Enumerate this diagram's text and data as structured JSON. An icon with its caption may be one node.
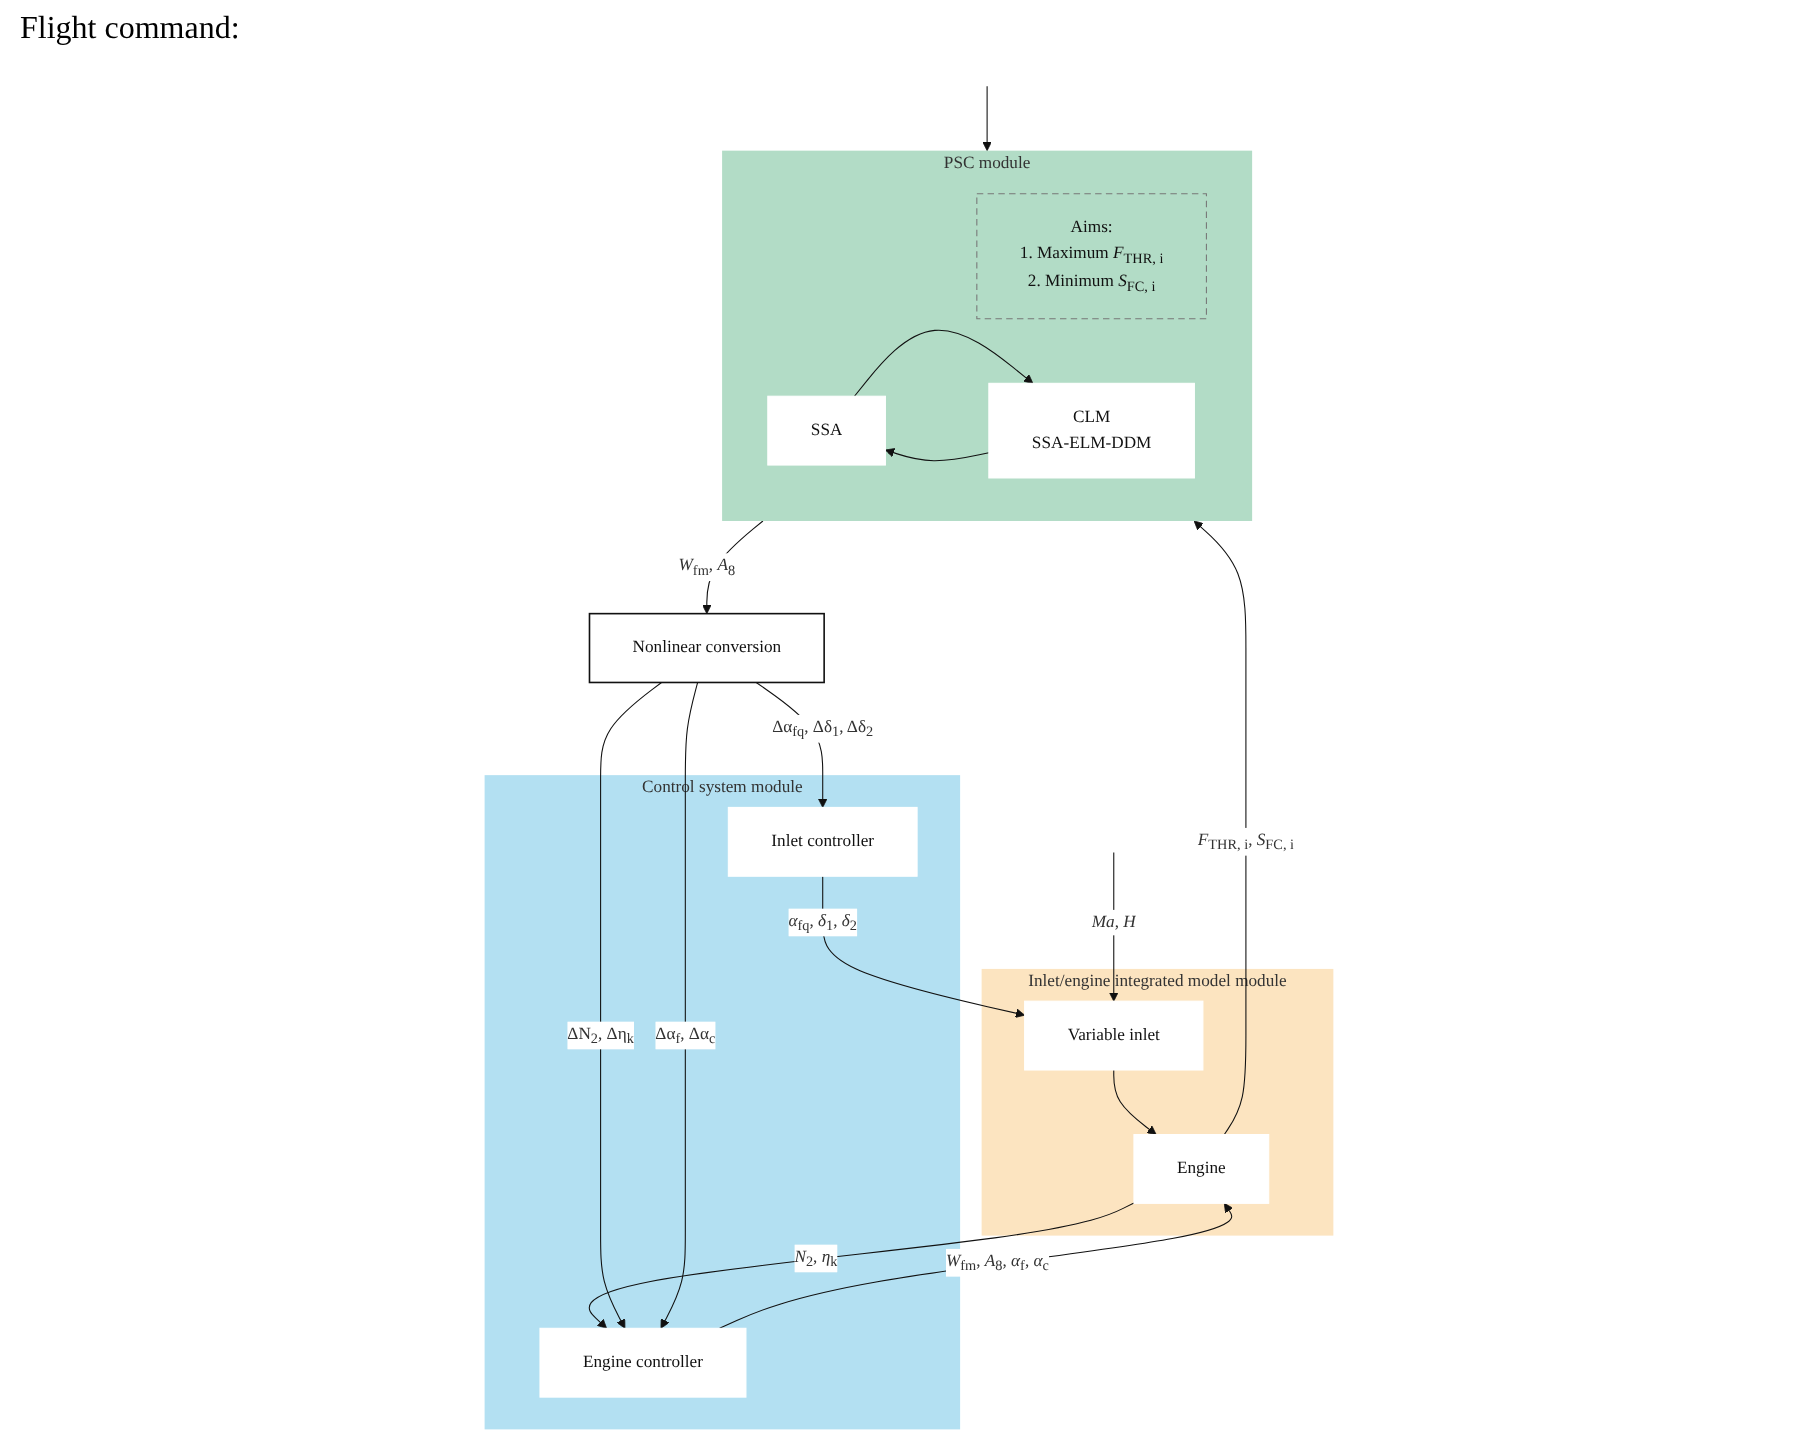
{
  "diagram": {
    "nodes": [
      {
        "text": [
          "Inlet/engine integrated model module"
        ]
      },
      {
        "text": [
          "Variable inlet"
        ],
        "in": 0
      },
      {
        "text": [
          "Engine"
        ],
        "in": 0
      },
      {
        "text": [
          "Control system module"
        ]
      },
      {
        "text": [
          "Inlet controller"
        ],
        "in": 3
      },
      {
        "text": [
          "Engine controller"
        ],
        "in": 3
      },
      {
        "text": [
          "PSC module"
        ]
      },
      {
        "text": [
          "Aims:",
          "1. Maximum *F*$_{THR, i}$",
          "2. Minimum *S*$_{FC, i}$"
        ],
        "in": 6
      },
      {
        "text": [
          "CLM",
          "SSA-ELM-DDM"
        ],
        "in": 6
      },
      {
        "text": [
          "SSA"
        ],
        "in": 6
      },
      {
        "text": [
          "Nonlinear conversion"
        ]
      }
    ],
    "edges": [
      {
        "from": null,
        "to": 1,
        "arrow": "to",
        "label": "*Ma*, *H*"
      },
      {
        "from": null,
        "to": 6,
        "arrow": "to"
      },
      {
        "from": 1,
        "to": 2,
        "arrow": "to"
      },
      {
        "from": 2,
        "to": 5,
        "arrow": "to",
        "label": "*N*$_{2}$, *η*$_{k}$"
      },
      {
        "from": 2,
        "to": 6,
        "arrow": "to",
        "label": "*F*$_{THR, i}$, *S*$_{FC, i}$"
      },
      {
        "from": 4,
        "to": 1,
        "arrow": "to",
        "label": "*α*$_{fq}$, *δ*$_{1}$, *δ*$_{2}$"
      },
      {
        "from": 5,
        "to": 2,
        "arrow": "to",
        "label": "*W*$_{fm}$, *A*$_{8}$, *α*$_{f}$, *α*$_{c}$"
      },
      {
        "from": 10,
        "to": 4,
        "arrow": "to",
        "label": "Δα$_{fq}$, Δδ$_{1}$, Δδ$_{2}$"
      },
      {
        "from": 10,
        "to": 5,
        "arrow": "to",
        "label": "ΔN$_{2}$, Δη$_{k}$"
      },
      {
        "from": 10,
        "to": 5,
        "arrow": "to",
        "label": "Δα$_{f}$, Δα$_{c}$"
      },
      {
        "from": 9,
        "to": 8,
        "arrow": "to"
      },
      {
        "from": 8,
        "to": 9,
        "arrow": "to"
      },
      {
        "from": 6,
        "to": 10,
        "arrow": "to",
        "label": "*W*$_{fm}$, *A*$_{8}$"
      }
    ],
    "labels": [
      "Flight command:"
    ]
  }
}
